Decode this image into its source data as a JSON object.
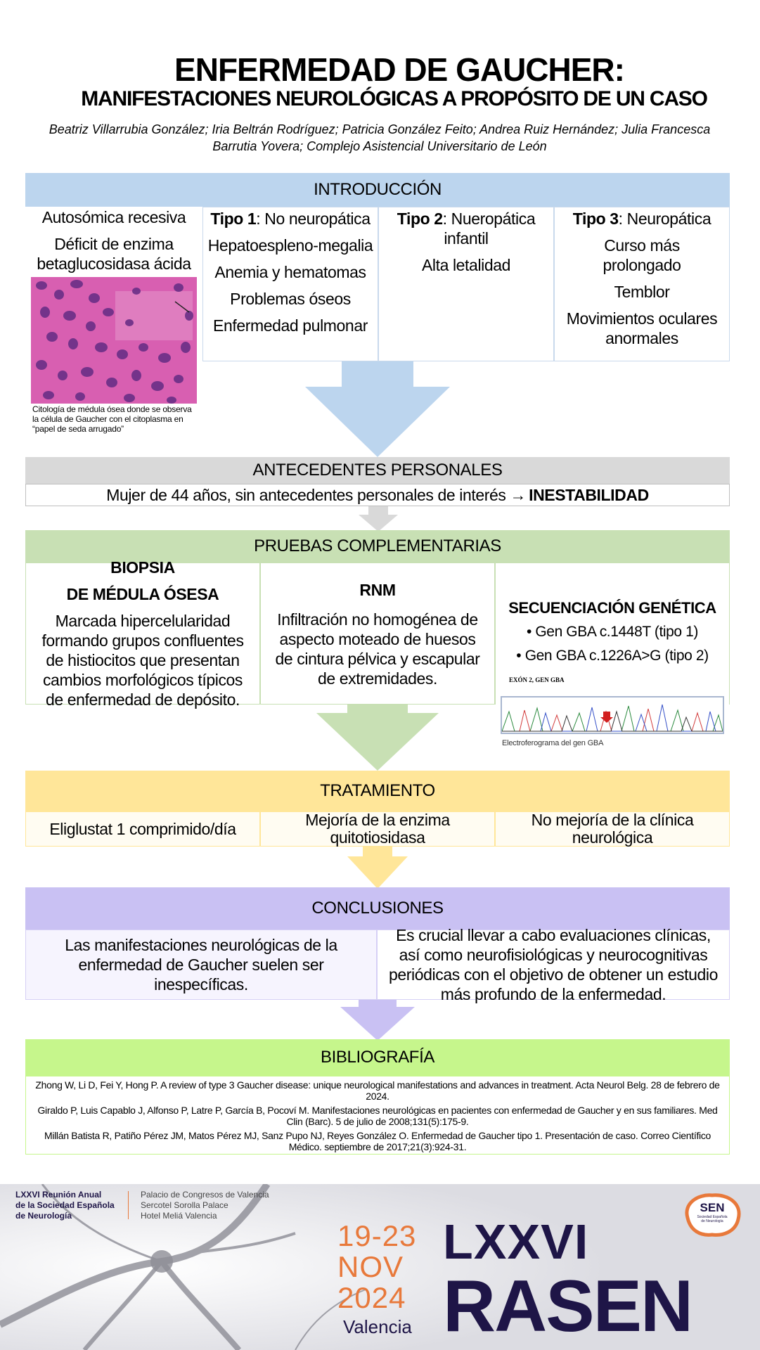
{
  "header": {
    "title": "ENFERMEDAD DE GAUCHER:",
    "subtitle": "MANIFESTACIONES NEUROLÓGICAS A PROPÓSITO DE UN CASO",
    "authors": "Beatriz Villarrubia González; Iria Beltrán Rodríguez; Patricia González Feito; Andrea Ruiz Hernández; Julia Francesca Barrutia Yovera; Complejo Asistencial Universitario de León"
  },
  "intro": {
    "heading": "INTRODUCCIÓN",
    "col1": {
      "line1": "Autosómica recesiva",
      "line2": "Déficit de enzima betaglucosidasa ácida",
      "caption": "Citología de médula ósea donde se observa la célula de Gaucher con el citoplasma en “papel de seda arrugado”"
    },
    "col2": {
      "type_bold": "Tipo 1",
      "type_rest": ": No neuropática",
      "items": [
        "Hepatoespleno-megalia",
        "Anemia y hematomas",
        "Problemas óseos",
        "Enfermedad pulmonar"
      ]
    },
    "col3": {
      "type_bold": "Tipo 2",
      "type_rest": ": Nueropática infantil",
      "items": [
        "Alta letalidad"
      ]
    },
    "col4": {
      "type_bold": "Tipo 3",
      "type_rest": ": Neuropática",
      "items": [
        "Curso más prolongado",
        "Temblor",
        "Movimientos oculares anormales"
      ]
    }
  },
  "antecedentes": {
    "heading": "ANTECEDENTES PERSONALES",
    "text": "Mujer de 44 años, sin antecedentes personales de interés → ",
    "bold": "INESTABILIDAD"
  },
  "pruebas": {
    "heading": "PRUEBAS COMPLEMENTARIAS",
    "biopsia": {
      "title1": "BIOPSIA",
      "title2": "DE MÉDULA ÓSESA",
      "text": "Marcada hipercelularidad formando grupos confluentes de histiocitos que presentan cambios morfológicos típicos de enfermedad de depósito."
    },
    "rnm": {
      "title": "RNM",
      "text": "Infiltración no homogénea de aspecto moteado de huesos de cintura pélvica y escapular de extremidades."
    },
    "genetica": {
      "title": "SECUENCIACIÓN GENÉTICA",
      "items": [
        "Gen GBA c.1448T (tipo 1)",
        "Gen GBA c.1226A>G (tipo 2)"
      ],
      "figure_label": "EXÓN 2, GEN GBA",
      "caption": "Electroferograma del gen GBA"
    }
  },
  "tratamiento": {
    "heading": "TRATAMIENTO",
    "items": [
      "Eliglustat 1 comprimido/día",
      "Mejoría de la enzima quitotiosidasa",
      "No mejoría de la clínica neurológica"
    ]
  },
  "conclusiones": {
    "heading": "CONCLUSIONES",
    "left": "Las manifestaciones neurológicas de la enfermedad de Gaucher suelen ser inespecíficas.",
    "right": "Es crucial llevar a cabo evaluaciones clínicas, así como neurofisiológicas y neurocognitivas periódicas con el objetivo de obtener un estudio más profundo de la enfermedad."
  },
  "bibliografia": {
    "heading": "BIBLIOGRAFÍA",
    "refs": [
      "Zhong W, Li D, Fei Y, Hong P. A review of type 3 Gaucher disease: unique neurological manifestations and advances in treatment. Acta Neurol Belg. 28 de febrero de 2024.",
      "Giraldo P, Luis Capablo J, Alfonso P, Latre P, García B, Pocoví M. Manifestaciones neurológicas en pacientes con enfermedad de Gaucher y en sus familiares. Med Clin (Barc). 5 de julio de 2008;131(5):175-9.",
      "Millán Batista R, Patiño Pérez JM, Matos Pérez MJ, Sanz Pupo NJ, Reyes González O. Enfermedad de Gaucher tipo 1. Presentación de caso. Correo Científico Médico. septiembre de 2017;21(3):924-31."
    ]
  },
  "footer": {
    "meeting": [
      "LXXVI Reunión Anual",
      "de la Sociedad Española",
      "de Neurología"
    ],
    "venues": [
      "Palacio de Congresos de Valencia",
      "Sercotel Sorolla Palace",
      "Hotel Meliá Valencia"
    ],
    "dates": [
      "19-23",
      "NOV",
      "2024"
    ],
    "city": "Valencia",
    "edition": "LXXVI",
    "brand": "RASEN",
    "logo": "SEN",
    "logo_sub": "Sociedad Española de Neurología"
  },
  "colors": {
    "intro": "#bcd5ee",
    "antecedentes": "#d9d9d9",
    "pruebas": "#c8e0b4",
    "tratamiento": "#ffe699",
    "conclusiones": "#c9c1f3",
    "bibliografia": "#c6f68c",
    "footer_orange": "#e8793b",
    "footer_navy": "#1e1547"
  }
}
